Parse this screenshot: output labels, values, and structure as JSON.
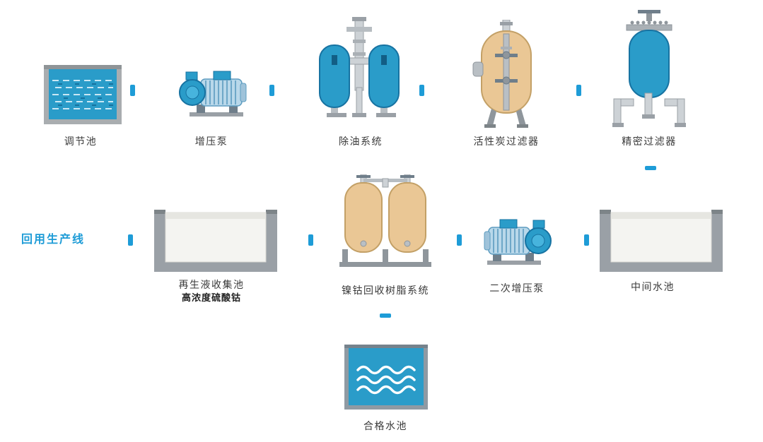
{
  "palette": {
    "flow_blue": "#1e9cd7",
    "equipment_blue": "#2a9cc9",
    "equipment_blue_dark": "#1773a2",
    "vessel_tan": "#eac795",
    "vessel_tan_dark": "#c3a066",
    "structure_gray": "#9aa0a6",
    "label_color": "#3a3a3a"
  },
  "line1": {
    "items": [
      {
        "label": "调节池",
        "icon": "regulating-tank"
      },
      {
        "label": "增压泵",
        "icon": "booster-pump"
      },
      {
        "label": "除油系统",
        "icon": "oil-removal-system"
      },
      {
        "label": "活性炭过滤器",
        "icon": "activated-carbon-filter"
      },
      {
        "label": "精密过滤器",
        "icon": "precision-filter"
      }
    ]
  },
  "line2": {
    "line_label": "回用生产线",
    "items": [
      {
        "label": "再生液收集池",
        "sublabel": "高浓度硫酸钴",
        "icon": "regen-liquid-collection-tank"
      },
      {
        "label": "镍钴回收树脂系统",
        "icon": "nickel-cobalt-resin-system"
      },
      {
        "label": "二次增压泵",
        "icon": "secondary-booster-pump"
      },
      {
        "label": "中间水池",
        "icon": "intermediate-water-tank"
      }
    ]
  },
  "line3": {
    "items": [
      {
        "label": "合格水池",
        "icon": "qualified-water-tank"
      }
    ]
  }
}
